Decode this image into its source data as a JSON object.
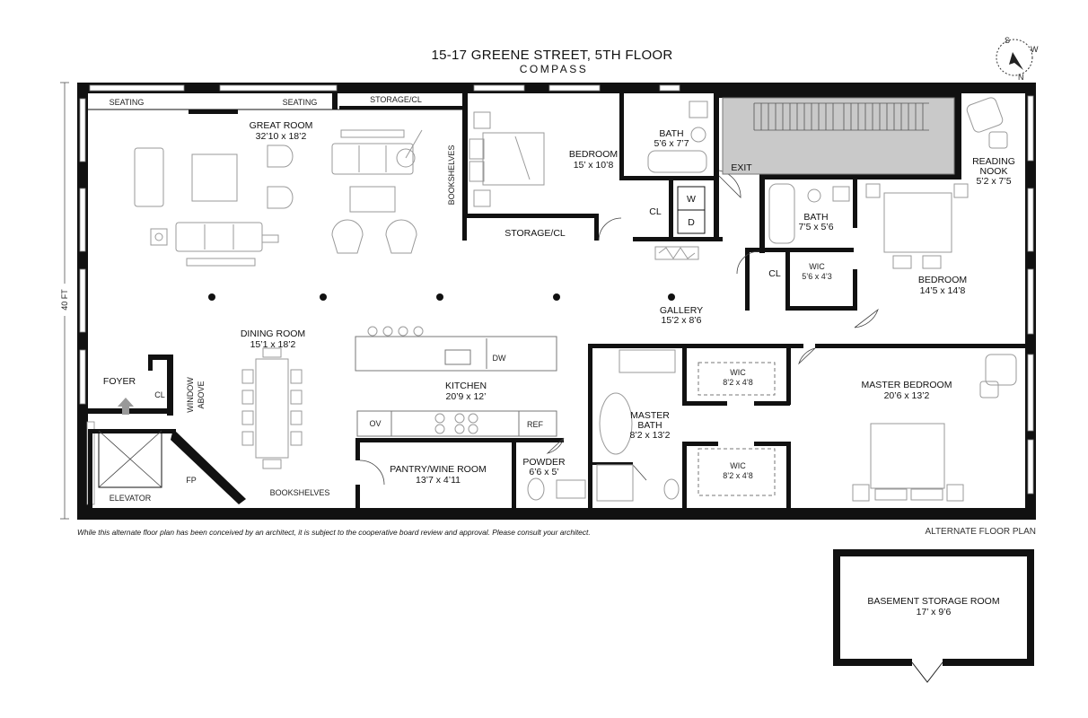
{
  "header": {
    "address": "15-17 GREENE STREET, 5TH FLOOR",
    "brand": "COMPASS"
  },
  "compass": {
    "n": "N",
    "s": "S",
    "w": "W"
  },
  "dimension_label": "40 FT",
  "rooms": {
    "seating_1": "SEATING",
    "seating_2": "SEATING",
    "storage_top": "STORAGE/CL",
    "great_room": {
      "name": "GREAT ROOM",
      "dim": "32’10 x 18’2"
    },
    "bookshelves_vertical": "BOOKSHELVES",
    "bedroom_1": {
      "name": "BEDROOM",
      "dim": "15’ x 10’8"
    },
    "bath_1": {
      "name": "BATH",
      "dim": "5’6 x 7’7"
    },
    "exit": "EXIT",
    "reading_nook": {
      "name": "READING",
      "name2": "NOOK",
      "dim": "5’2 x 7’5"
    },
    "storage_mid": "STORAGE/CL",
    "cl_1": "CL",
    "washer": "W",
    "dryer": "D",
    "bath_2": {
      "name": "BATH",
      "dim": "7’5 x 5’6"
    },
    "cl_2": "CL",
    "wic_1": {
      "name": "WIC",
      "dim": "5’6 x 4’3"
    },
    "bedroom_2": {
      "name": "BEDROOM",
      "dim": "14’5 x 14’8"
    },
    "gallery": {
      "name": "GALLERY",
      "dim": "15’2 x 8’6"
    },
    "dining_room": {
      "name": "DINING ROOM",
      "dim": "15’1 x 18’2"
    },
    "dw": "DW",
    "kitchen": {
      "name": "KITCHEN",
      "dim": "20’9 x 12’"
    },
    "ov": "OV",
    "ref": "REF",
    "foyer": "FOYER",
    "cl_foyer": "CL",
    "window_above_1": "WINDOW",
    "window_above_2": "ABOVE",
    "elevator": "ELEVATOR",
    "fp": "FP",
    "bookshelves_bottom": "BOOKSHELVES",
    "pantry": {
      "name": "PANTRY/WINE ROOM",
      "dim": "13’7 x 4’11"
    },
    "powder": {
      "name": "POWDER",
      "dim": "6’6 x 5’"
    },
    "master_bath": {
      "name": "MASTER",
      "name2": "BATH",
      "dim": "8’2 x 13’2"
    },
    "wic_2": {
      "name": "WIC",
      "dim": "8’2 x 4’8"
    },
    "wic_3": {
      "name": "WIC",
      "dim": "8’2 x 4’8"
    },
    "master_bedroom": {
      "name": "MASTER BEDROOM",
      "dim": "20’6 x 13’2"
    }
  },
  "footer": {
    "disclaimer": "While this alternate floor plan has been conceived by an architect, it is subject to the cooperative board review and approval.  Please consult your architect.",
    "alternate": "ALTERNATE FLOOR PLAN"
  },
  "basement": {
    "name": "BASEMENT STORAGE ROOM",
    "dim": "17’ x 9’6"
  }
}
